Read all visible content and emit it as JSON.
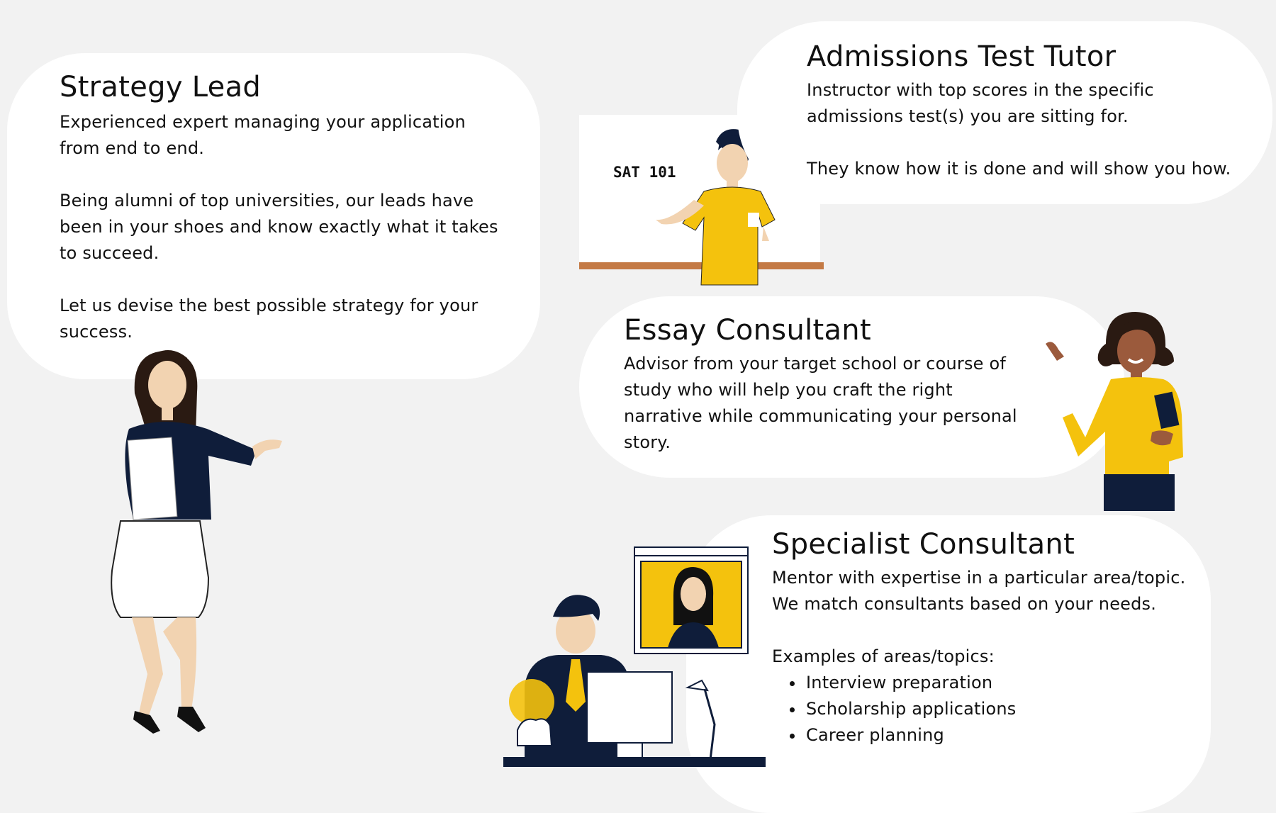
{
  "cards": {
    "strategy": {
      "title": "Strategy Lead",
      "p1": "Experienced expert managing your application from end to end.",
      "p2": "Being alumni of top universities, our leads have been in your shoes and know exactly what it takes to succeed.",
      "p3": "Let us devise the best possible strategy for your success."
    },
    "admissions": {
      "title": "Admissions Test Tutor",
      "p1": "Instructor with top scores in the specific admissions test(s) you are sitting for.",
      "p2": "They know how it is done and will show you how."
    },
    "essay": {
      "title": "Essay Consultant",
      "p1": "Advisor from your target school or course of study who will help you craft the right narrative while communicating your personal story."
    },
    "specialist": {
      "title": "Specialist Consultant",
      "p1a": "Mentor with expertise in a particular area/topic.",
      "p1b": "We match consultants based on your needs.",
      "p2": "Examples of areas/topics:",
      "topics": [
        "Interview preparation",
        "Scholarship applications",
        "Career planning"
      ]
    }
  },
  "illustrations": {
    "whiteboard_text": "SAT 101",
    "colors": {
      "navy": "#0f1d3a",
      "yellow": "#f4c20d",
      "skin": "#f2d3b1",
      "skin_dark": "#9b5a3c",
      "board_rail": "#c47a45"
    },
    "icons": [
      "woman-presenting-icon",
      "teacher-at-whiteboard-icon",
      "woman-with-book-icon",
      "man-on-video-call-icon"
    ]
  }
}
